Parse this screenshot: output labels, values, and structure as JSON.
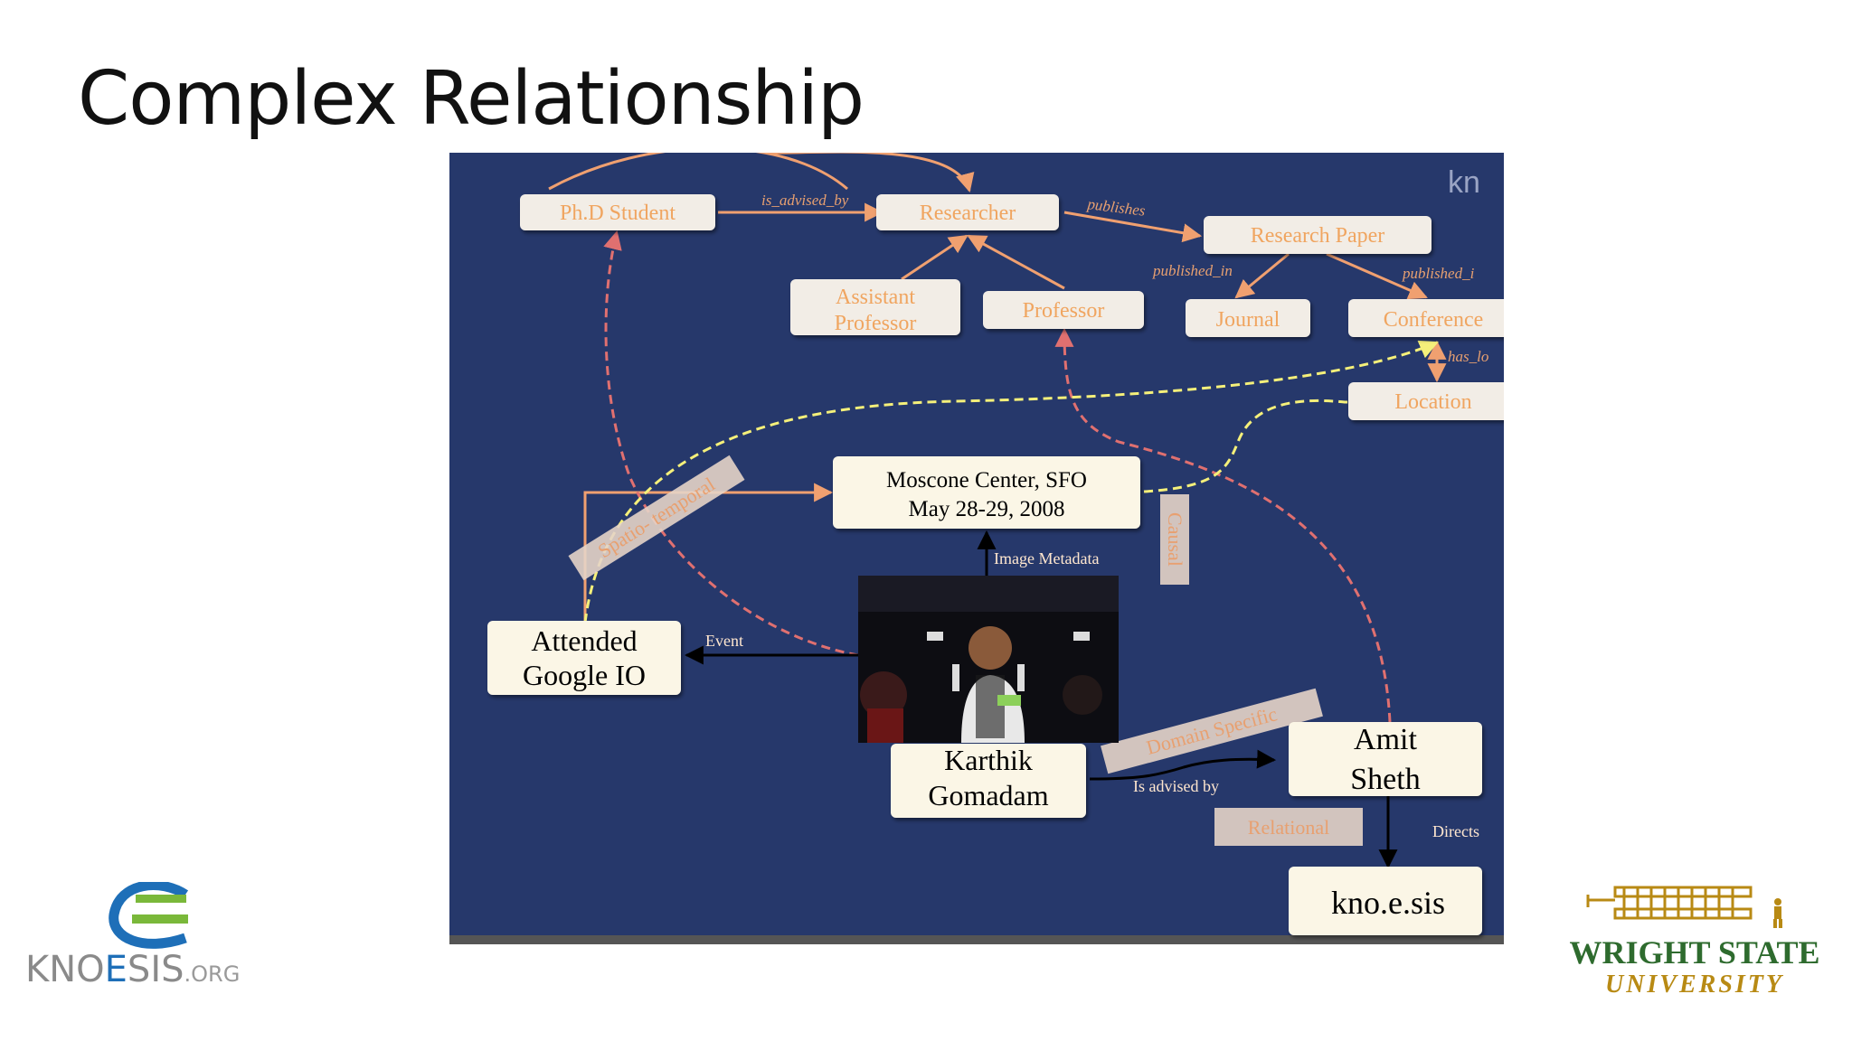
{
  "slide": {
    "title": "Complex Relationship"
  },
  "diagram": {
    "corner_text": "kn",
    "nodes": {
      "phd_student": "Ph.D Student",
      "researcher": "Researcher",
      "research_paper": "Research Paper",
      "assistant_professor_line1": "Assistant",
      "assistant_professor_line2": "Professor",
      "professor": "Professor",
      "journal": "Journal",
      "conference": "Conference",
      "location": "Location",
      "moscone_line1": "Moscone Center, SFO",
      "moscone_line2": "May 28-29, 2008",
      "attended_line1": "Attended",
      "attended_line2": "Google IO",
      "karthik_line1": "Karthik",
      "karthik_line2": "Gomadam",
      "amit_line1": "Amit",
      "amit_line2": "Sheth",
      "knoesis": "kno.e.sis"
    },
    "edge_labels": {
      "is_advised_by": "is_advised_by",
      "publishes": "publishes",
      "published_in_left": "published_in",
      "published_in_right": "published_i",
      "has_location": "has_lo",
      "image_metadata": "Image Metadata",
      "event": "Event",
      "is_advised_by_2": "Is advised by",
      "directs": "Directs"
    },
    "category_tags": {
      "spatio_temporal": "Spatio- temporal",
      "causal": "Causal",
      "domain_specific": "Domain Specific",
      "relational": "Relational"
    },
    "colors": {
      "background": "#26386b",
      "ontology_box": "#f2ede6",
      "ontology_text": "#f0a560",
      "edge_orange": "#f0a070",
      "edge_dashed_pink": "#e07070",
      "edge_dashed_yellow": "#f5f07a",
      "instance_box": "#fbf6e6",
      "tag_bg": "#e6d4c8",
      "tag_text": "#e8a070"
    }
  },
  "logos": {
    "knoesis": {
      "name_part1": "KNO",
      "name_part2": "E",
      "name_part3": "SIS",
      "suffix": ".ORG"
    },
    "wright_state": {
      "line1": "WRIGHT STATE",
      "line2": "UNIVERSITY",
      "color_green": "#2e6b2e",
      "color_gold": "#b88a14"
    }
  }
}
